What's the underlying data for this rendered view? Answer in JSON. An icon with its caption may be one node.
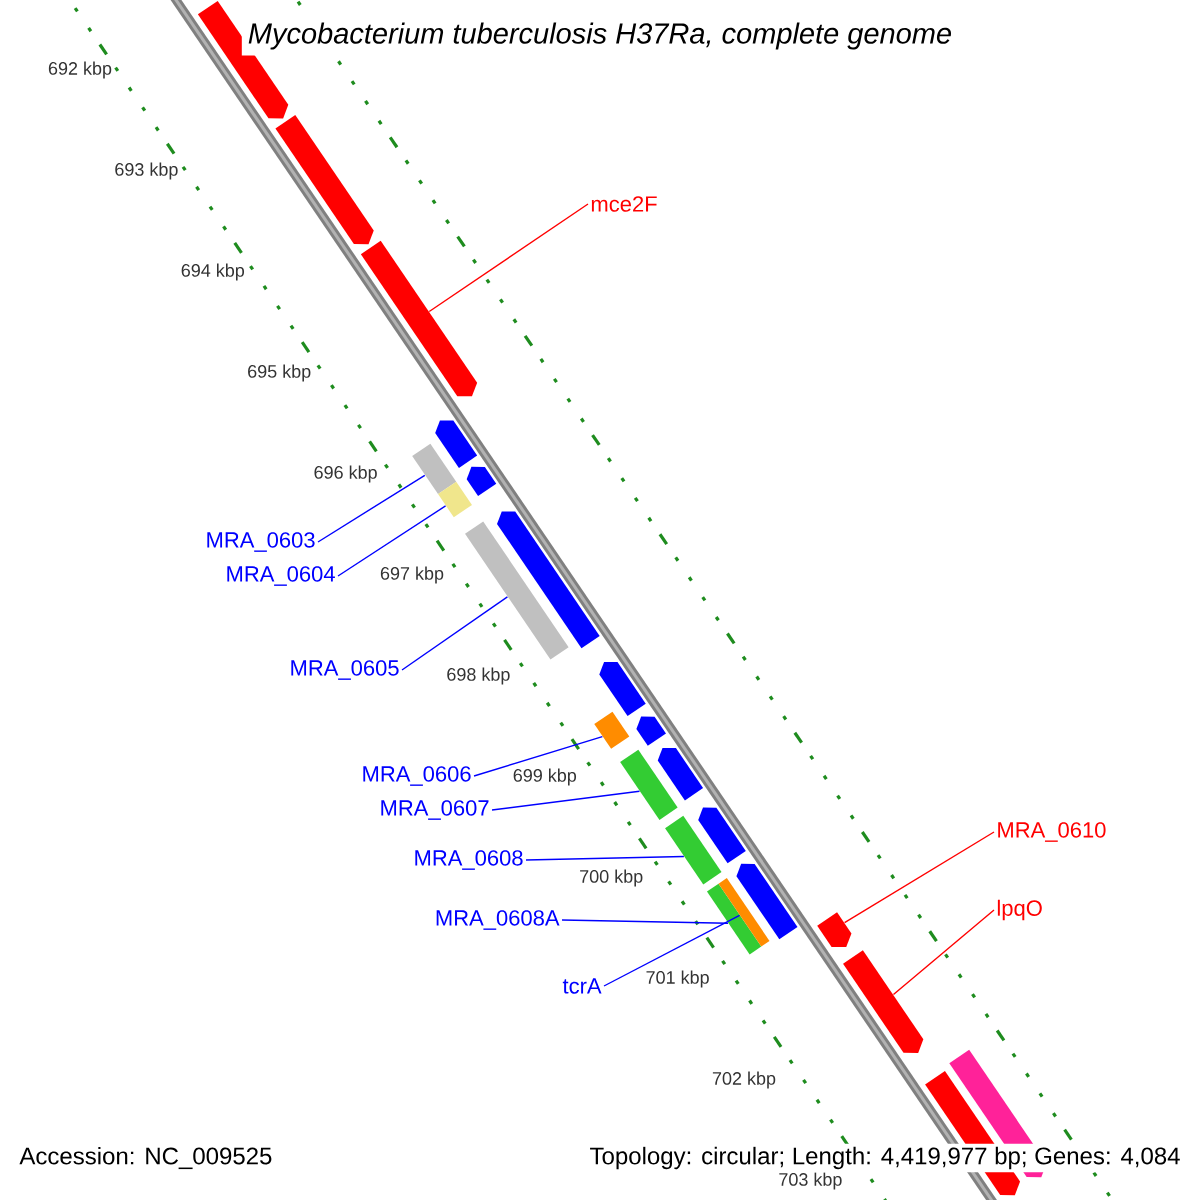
{
  "diagram": {
    "title": "Mycobacterium tuberculosis H37Ra, complete genome",
    "nodes": [
      {
        "text": [
          "mce2F"
        ]
      },
      {
        "text": [],
        "shape": "pentagon"
      },
      {
        "text": [
          "MRA_0603"
        ]
      },
      {
        "text": [],
        "shape": "bar"
      },
      {
        "text": [
          "MRA_0604"
        ]
      },
      {
        "text": [],
        "shape": "bar"
      },
      {
        "text": [
          "MRA_0605"
        ]
      },
      {
        "text": [],
        "shape": "bar"
      },
      {
        "text": [
          "MRA_0606"
        ]
      },
      {
        "text": [],
        "shape": "bar"
      },
      {
        "text": [
          "MRA_0607"
        ]
      },
      {
        "text": [],
        "shape": "bar"
      },
      {
        "text": [
          "MRA_0608"
        ]
      },
      {
        "text": [],
        "shape": "bar"
      },
      {
        "text": [
          "MRA_0608A"
        ]
      },
      {
        "text": [],
        "shape": "bar"
      },
      {
        "text": [
          "tcrA"
        ]
      },
      {
        "text": [],
        "shape": "bar"
      },
      {
        "text": [
          "MRA_0610"
        ]
      },
      {
        "text": [],
        "shape": "pentagon"
      },
      {
        "text": [
          "lpqO"
        ]
      },
      {
        "text": [],
        "shape": "pentagon"
      },
      {
        "text": [],
        "shape": "pentagon"
      },
      {
        "text": [],
        "shape": "pentagon"
      },
      {
        "text": [],
        "shape": "pentagon"
      },
      {
        "text": [],
        "shape": "pentagon"
      },
      {
        "text": [],
        "shape": "pentagon"
      },
      {
        "text": [],
        "shape": "pentagon"
      },
      {
        "text": [],
        "shape": "pentagon"
      },
      {
        "text": [],
        "shape": "pentagon"
      },
      {
        "text": [],
        "shape": "pentagon"
      },
      {
        "text": [],
        "shape": "pentagon"
      },
      {
        "text": [],
        "shape": "pentagon"
      },
      {
        "text": [],
        "shape": "pentagon"
      }
    ],
    "edges": [
      {
        "from": 0,
        "to": 1,
        "arrow": "none",
        "color": "#ff0000"
      },
      {
        "from": 2,
        "to": 3,
        "arrow": "none"
      },
      {
        "from": 4,
        "to": 5,
        "arrow": "none"
      },
      {
        "from": 6,
        "to": 7,
        "arrow": "none"
      },
      {
        "from": 8,
        "to": 9,
        "arrow": "none"
      },
      {
        "from": 10,
        "to": 11,
        "arrow": "none"
      },
      {
        "from": 12,
        "to": 13,
        "arrow": "none"
      },
      {
        "from": 14,
        "to": 15,
        "arrow": "none"
      },
      {
        "from": 16,
        "to": 17,
        "arrow": "none"
      },
      {
        "from": 18,
        "to": 19,
        "arrow": "none",
        "color": "#ff0000"
      },
      {
        "from": 20,
        "to": 21,
        "arrow": "none",
        "color": "#ff0000"
      }
    ],
    "labels": [
      "692 kbp",
      "693 kbp",
      "694 kbp",
      "695 kbp",
      "696 kbp",
      "697 kbp",
      "698 kbp",
      "699 kbp",
      "700 kbp",
      "701 kbp",
      "702 kbp",
      "703 kbp",
      "Accession: NC_009525",
      "Topology: circular; Length: 4,419,977 bp; Genes: 4,084"
    ]
  }
}
